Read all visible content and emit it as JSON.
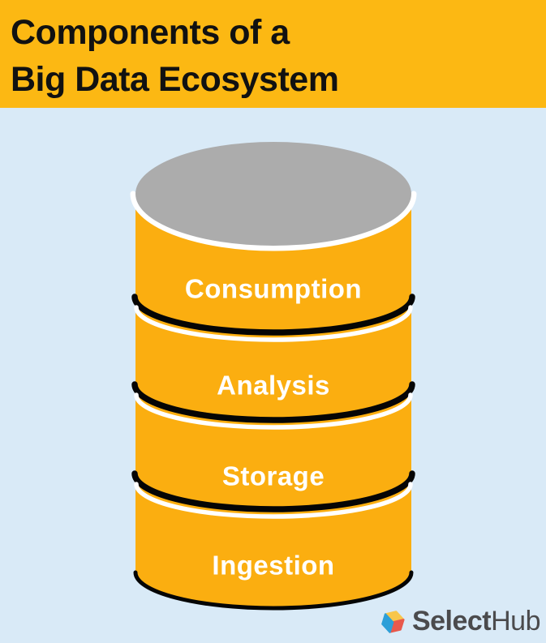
{
  "header": {
    "title_line1": "Components of a",
    "title_line2": "Big Data Ecosystem"
  },
  "cylinder": {
    "type": "stacked-cylinder-diagram",
    "segments": [
      {
        "label": "Consumption"
      },
      {
        "label": "Analysis"
      },
      {
        "label": "Storage"
      },
      {
        "label": "Ingestion"
      }
    ]
  },
  "logo": {
    "brand_bold": "Select",
    "brand_regular": "Hub"
  },
  "colors": {
    "header_bg": "#FCB813",
    "canvas_bg": "#D9EAF7",
    "title_text": "#111111",
    "cylinder_body": "#FBAE10",
    "cylinder_top_gray": "#ACACAC",
    "divider_black": "#050505",
    "divider_white": "#FFFFFF",
    "segment_label_text": "#FFFFFF",
    "logo_text": "#4B4B4D",
    "logo_cube_yellow": "#F8C64B",
    "logo_cube_red": "#E8594C",
    "logo_cube_blue": "#2C9FD8"
  }
}
